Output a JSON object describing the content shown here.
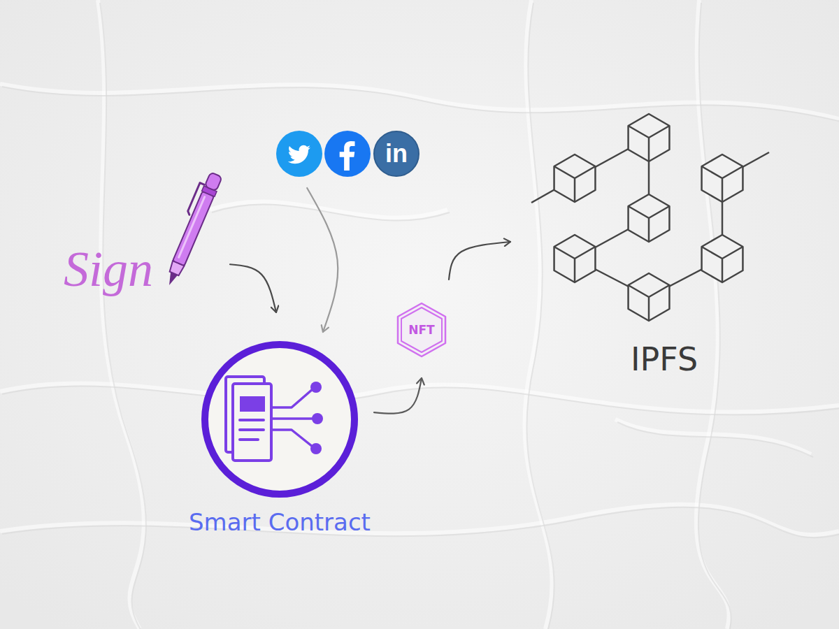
{
  "diagram": {
    "nodes": [
      {
        "text": [
          "Sign"
        ]
      },
      {
        "text": [
          "in"
        ]
      },
      {
        "text": [
          "Smart Contract"
        ]
      },
      {
        "text": [
          "NFT"
        ]
      },
      {
        "text": [
          "IPFS"
        ]
      }
    ],
    "edges": [
      {
        "from": 0,
        "to": 2,
        "arrow": "to"
      },
      {
        "from": 1,
        "to": 2,
        "arrow": "to"
      },
      {
        "from": 2,
        "to": 3,
        "arrow": "to"
      },
      {
        "from": 3,
        "to": 4,
        "arrow": "to"
      }
    ]
  }
}
